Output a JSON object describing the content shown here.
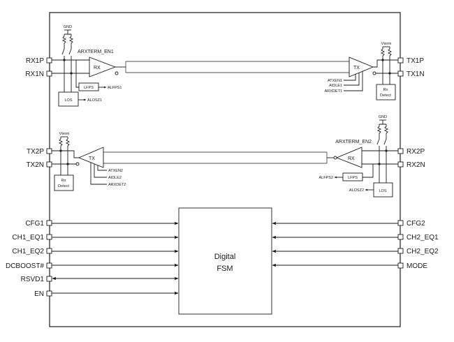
{
  "left_pins": [
    "RX1P",
    "RX1N",
    "TX2P",
    "TX2N",
    "CFG1",
    "CH1_EQ1",
    "CH1_EQ2",
    "DCBOOST#",
    "RSVD1",
    "EN"
  ],
  "right_pins": [
    "TX1P",
    "TX1N",
    "RX2P",
    "RX2N",
    "CFG2",
    "CH2_EQ1",
    "CH2_EQ2",
    "MODE"
  ],
  "channel1": {
    "gnd": "GND",
    "arxterm": "ARXTERM_EN1",
    "rx": "RX",
    "lfps": "LFPS",
    "alfps": "ALFPS1",
    "los": "LOS",
    "alos": "ALOSZ1",
    "tx": "TX",
    "atxen": "ATXEN1",
    "aidle": "AIDLE1",
    "arxdet": "ARXDET1",
    "vterm": "Vterm",
    "rx_detect_1": "Rx",
    "rx_detect_2": "Detect"
  },
  "channel2": {
    "gnd": "GND",
    "arxterm": "ARXTERM_EN2",
    "rx": "RX",
    "lfps": "LFPS",
    "alfps": "ALFPS2",
    "los": "LOS",
    "alos": "ALOSZ2",
    "tx": "TX",
    "atxen": "ATXEN2",
    "aidle": "AIDLE2",
    "arxdet": "ARXDET2",
    "vterm": "Vterm",
    "rx_detect_1": "Rx",
    "rx_detect_2": "Detect"
  },
  "fsm": {
    "line1": "Digital",
    "line2": "FSM"
  }
}
